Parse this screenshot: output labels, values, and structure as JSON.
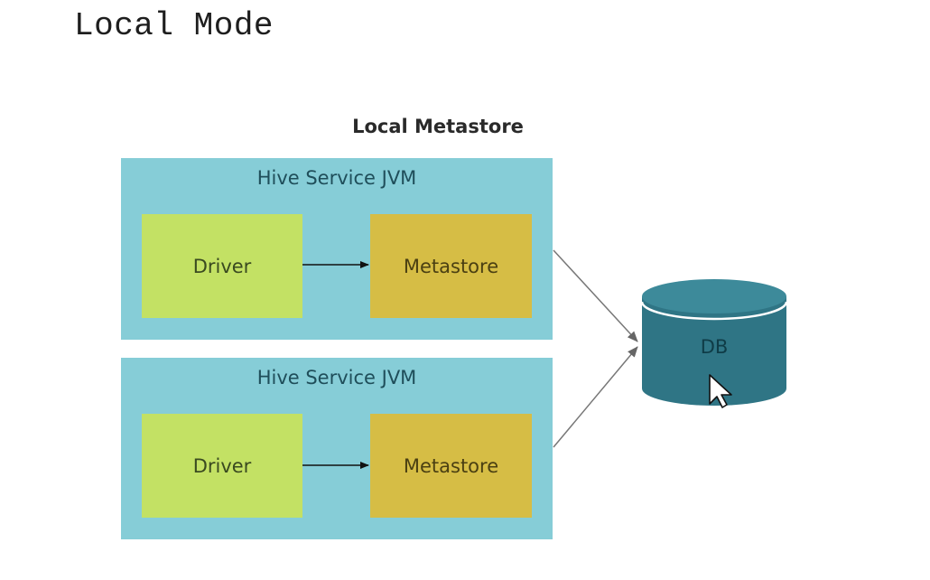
{
  "page": {
    "title": "Local Mode"
  },
  "diagram": {
    "title": "Local Metastore",
    "jvms": [
      {
        "label": "Hive Service JVM",
        "driver": "Driver",
        "metastore": "Metastore"
      },
      {
        "label": "Hive Service JVM",
        "driver": "Driver",
        "metastore": "Metastore"
      }
    ],
    "db": {
      "label": "DB"
    },
    "colors": {
      "jvm_bg": "#86cdd7",
      "driver_bg": "#c3e164",
      "metastore_bg": "#d6bd45",
      "db_fill": "#2f7585",
      "db_top": "#3d8a9a"
    }
  }
}
